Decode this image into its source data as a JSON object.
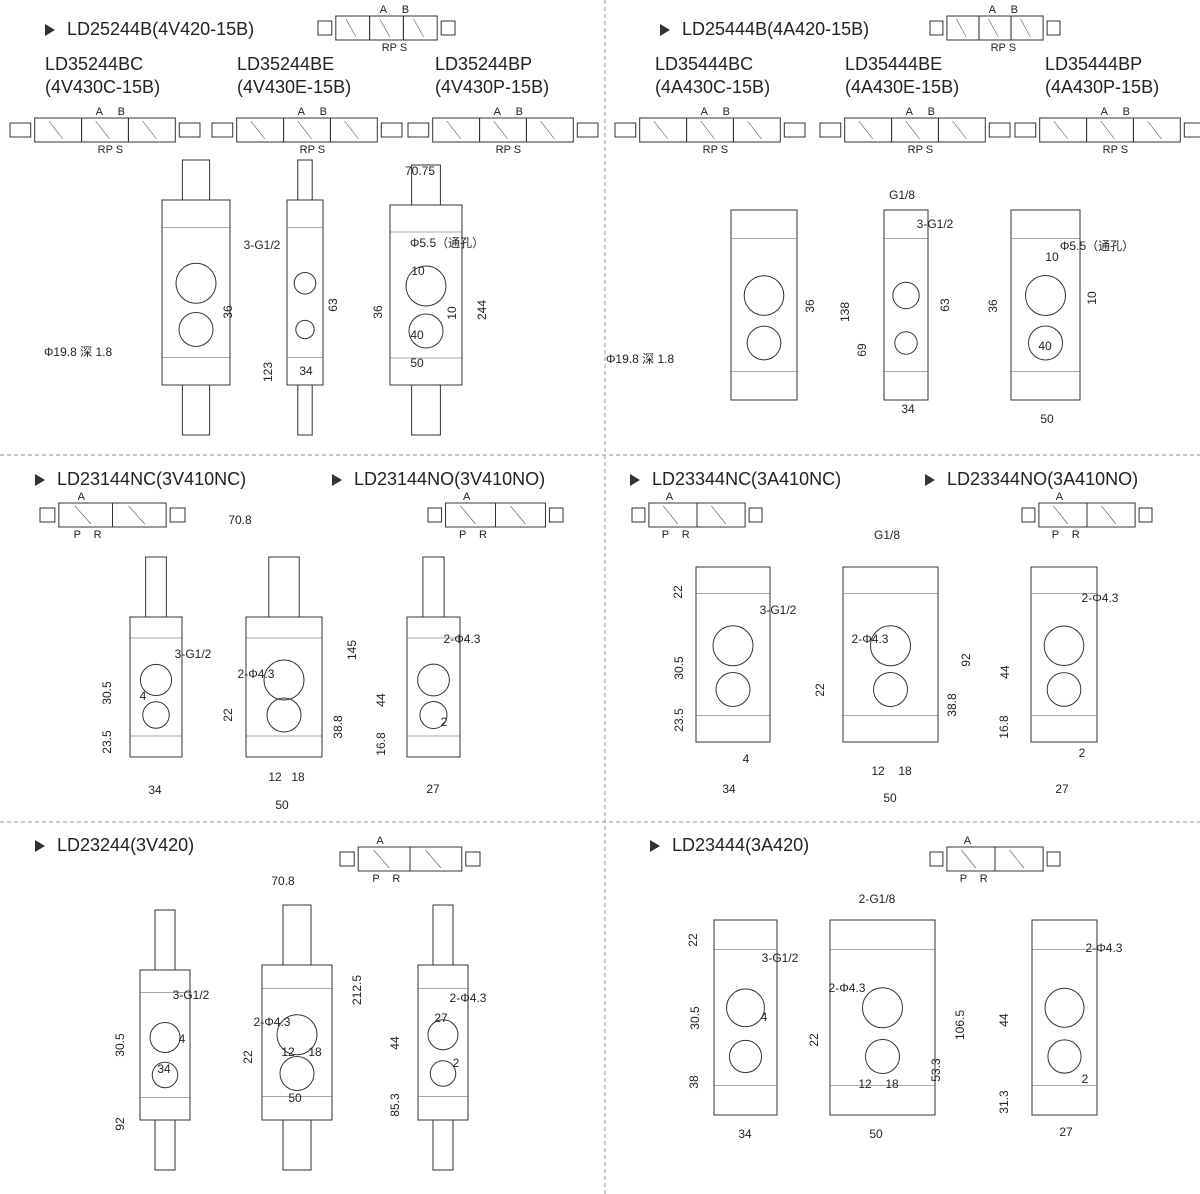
{
  "panels": [
    {
      "titles": [
        "LD25244B(4V420-15B)"
      ],
      "variants": [
        {
          "code": "LD35244BC",
          "model": "(4V430C-15B)"
        },
        {
          "code": "LD35244BE",
          "model": "(4V430E-15B)"
        },
        {
          "code": "LD35244BP",
          "model": "(4V430P-15B)"
        }
      ],
      "symbols": [
        [
          "A",
          "B",
          "RP S"
        ],
        [
          "A",
          "B",
          "RP S"
        ],
        [
          "A",
          "B",
          "RP S"
        ],
        [
          "A",
          "B",
          "RP S"
        ]
      ],
      "dims": [
        "3-G1/2",
        "Φ19.8 深 1.8",
        "36",
        "63",
        "123",
        "34",
        "70.75",
        "Φ5.5（通孔）",
        "10",
        "10",
        "36",
        "40",
        "50",
        "244"
      ]
    },
    {
      "titles": [
        "LD25444B(4A420-15B)"
      ],
      "variants": [
        {
          "code": "LD35444BC",
          "model": "(4A430C-15B)"
        },
        {
          "code": "LD35444BE",
          "model": "(4A430E-15B)"
        },
        {
          "code": "LD35444BP",
          "model": "(4A430P-15B)"
        }
      ],
      "symbols": [
        [
          "A",
          "B",
          "RP S"
        ],
        [
          "A",
          "B",
          "RP S"
        ],
        [
          "A",
          "B",
          "RP S"
        ],
        [
          "A",
          "B",
          "RP S"
        ]
      ],
      "dims": [
        "G1/8",
        "3-G1/2",
        "Φ5.5（通孔）",
        "10",
        "10",
        "36",
        "138",
        "69",
        "63",
        "36",
        "Φ19.8 深 1.8",
        "34",
        "40",
        "50"
      ]
    },
    {
      "titles": [
        "LD23144NC(3V410NC)",
        "LD23144NO(3V410NO)"
      ],
      "variants": [],
      "symbols": [
        [
          "A",
          "P",
          "R"
        ],
        [
          "A",
          "P",
          "R"
        ]
      ],
      "dims": [
        "70.8",
        "145",
        "3-G1/2",
        "2-Φ4.3",
        "2-Φ4.3",
        "30.5",
        "4",
        "23.5",
        "22",
        "38.8",
        "44",
        "16.8",
        "2",
        "34",
        "12",
        "18",
        "50",
        "27"
      ]
    },
    {
      "titles": [
        "LD23344NC(3A410NC)",
        "LD23344NO(3A410NO)"
      ],
      "variants": [],
      "symbols": [
        [
          "A",
          "P",
          "R"
        ],
        [
          "A",
          "P",
          "R"
        ]
      ],
      "dims": [
        "G1/8",
        "3-G1/2",
        "2-Φ4.3",
        "2-Φ4.3",
        "22",
        "30.5",
        "23.5",
        "4",
        "34",
        "22",
        "92",
        "38.8",
        "12",
        "18",
        "50",
        "44",
        "16.8",
        "2",
        "27"
      ]
    },
    {
      "titles": [
        "LD23244(3V420)"
      ],
      "variants": [],
      "symbols": [
        [
          "A",
          "P",
          "R"
        ]
      ],
      "dims": [
        "70.8",
        "212.5",
        "3-G1/2",
        "2-Φ4.3",
        "2-Φ4.3",
        "27",
        "30.5",
        "4",
        "34",
        "22",
        "12",
        "18",
        "50",
        "44",
        "2",
        "92",
        "85.3"
      ]
    },
    {
      "titles": [
        "LD23444(3A420)"
      ],
      "variants": [],
      "symbols": [
        [
          "A",
          "P",
          "R"
        ]
      ],
      "dims": [
        "2-G1/8",
        "22",
        "3-G1/2",
        "2-Φ4.3",
        "2-Φ4.3",
        "30.5",
        "4",
        "38",
        "22",
        "106.5",
        "53.3",
        "12",
        "18",
        "34",
        "50",
        "44",
        "31.3",
        "2",
        "27"
      ]
    }
  ]
}
